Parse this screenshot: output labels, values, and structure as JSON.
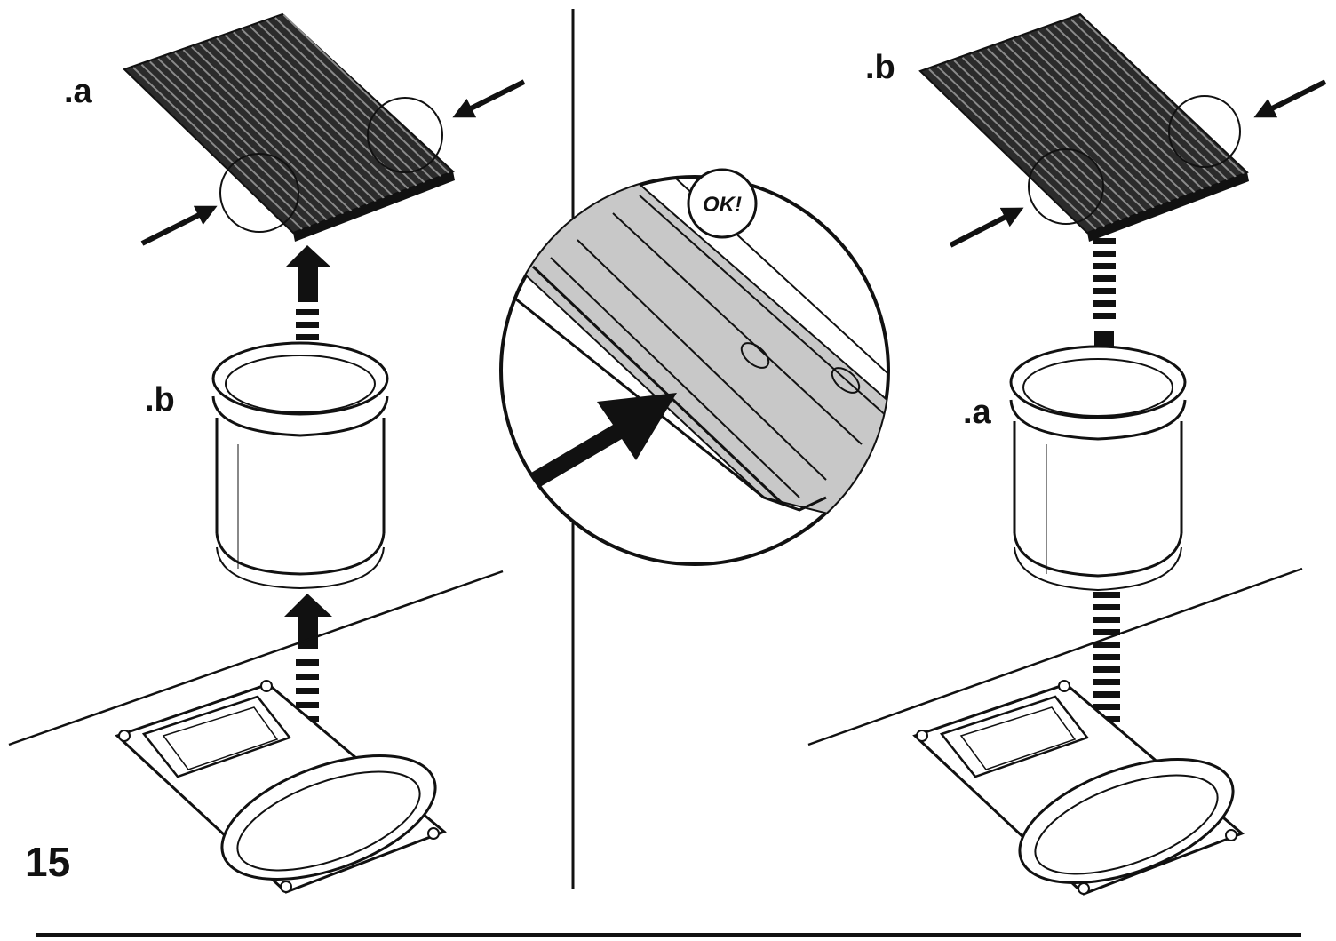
{
  "step": {
    "number": "15"
  },
  "left_panel": {
    "filter_label": ".a",
    "canister_label": ".b"
  },
  "right_panel": {
    "filter_label": ".b",
    "canister_label": ".a"
  },
  "detail": {
    "badge": "OK!"
  },
  "colors": {
    "ink": "#111111",
    "grate": "#333333",
    "detail_fill": "#c8c8c8",
    "paper": "#ffffff"
  }
}
